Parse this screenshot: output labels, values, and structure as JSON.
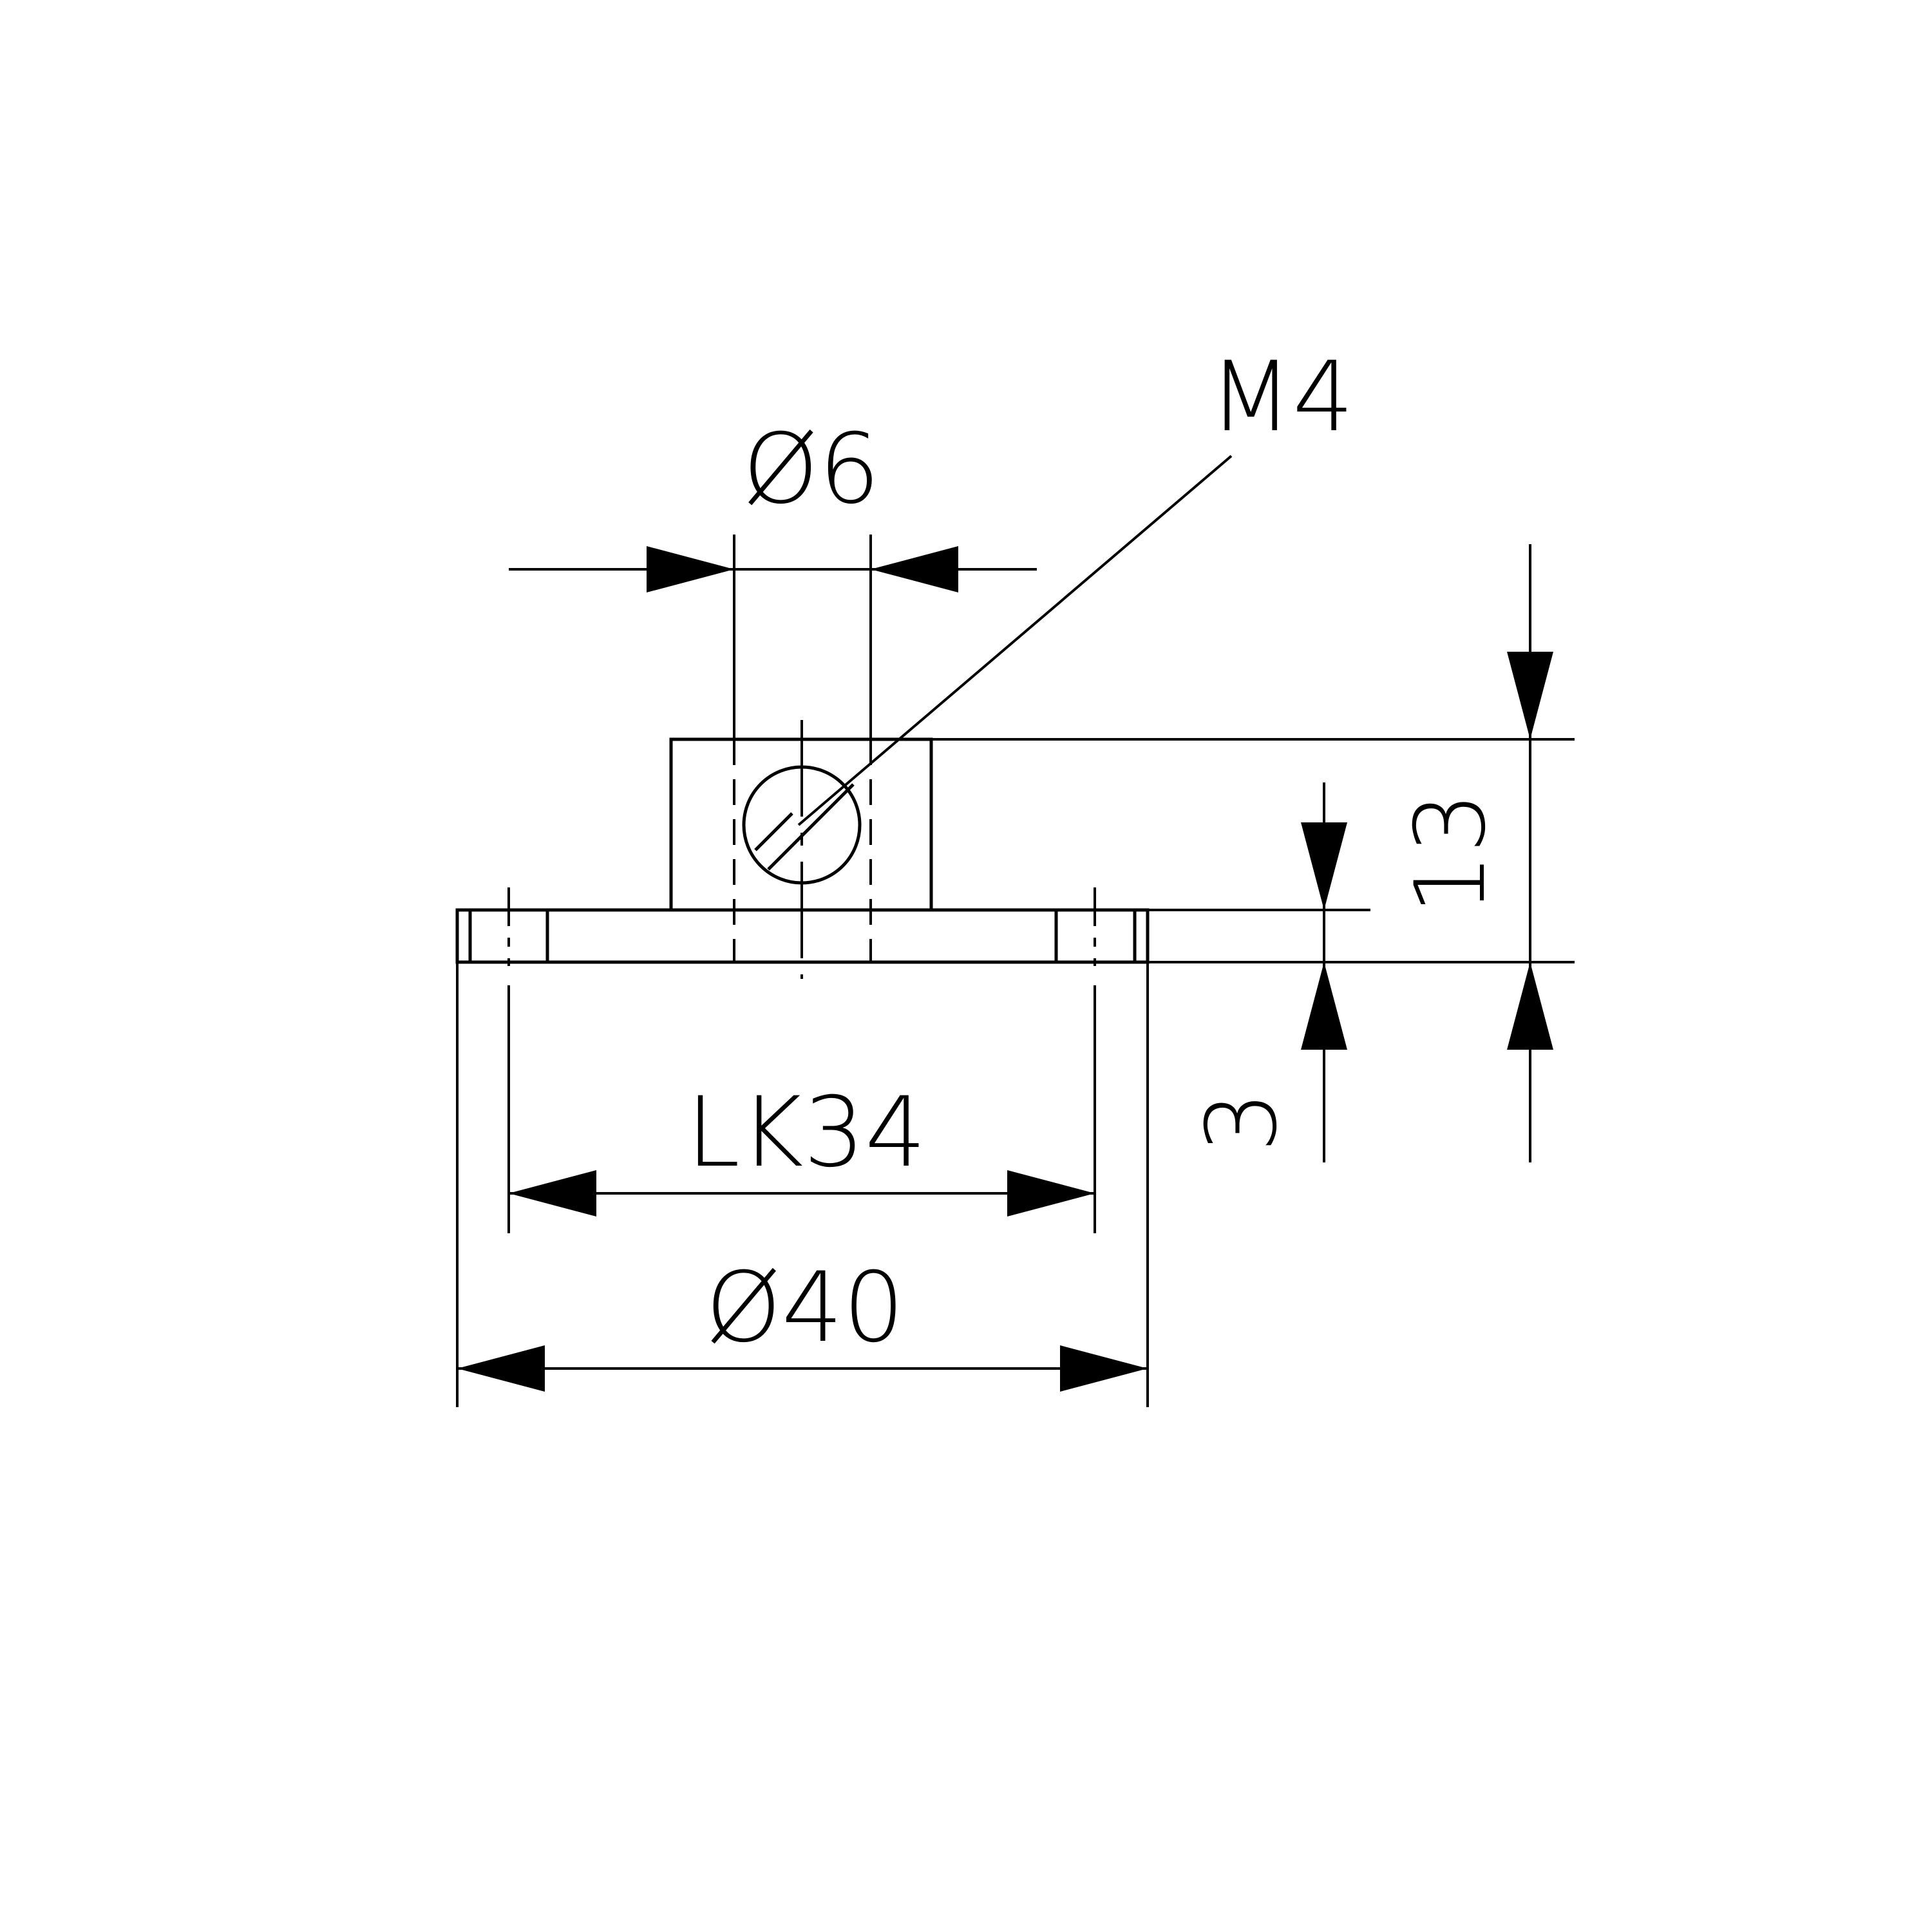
{
  "drawing": {
    "labels": {
      "thread": "M4",
      "bore_diameter": "Ø6",
      "bolt_circle": "LK34",
      "outer_diameter": "Ø40",
      "overall_height": "13",
      "flange_thickness": "3"
    },
    "colors": {
      "line": "#000000",
      "background": "#ffffff"
    }
  }
}
